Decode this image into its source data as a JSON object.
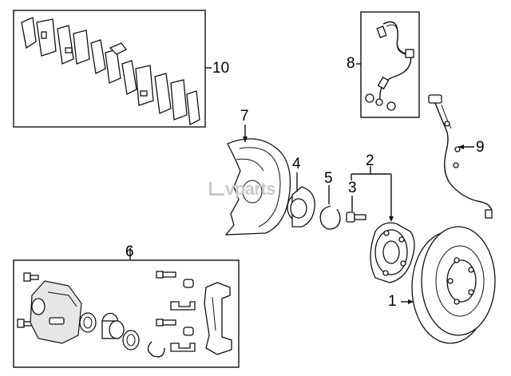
{
  "watermark": {
    "brand": "vparts"
  },
  "callouts": {
    "c1": "1",
    "c2": "2",
    "c3": "3",
    "c4": "4",
    "c5": "5",
    "c6": "6",
    "c7": "7",
    "c8": "8",
    "c9": "9",
    "c10": "10"
  },
  "parts": [
    {
      "number": "1",
      "part": "brake-rotor"
    },
    {
      "number": "2",
      "part": "hub-assembly"
    },
    {
      "number": "3",
      "part": "hub-bolt"
    },
    {
      "number": "4",
      "part": "wheel-bearing"
    },
    {
      "number": "5",
      "part": "snap-ring"
    },
    {
      "number": "6",
      "part": "caliper-assembly-kit"
    },
    {
      "number": "7",
      "part": "splash-shield"
    },
    {
      "number": "8",
      "part": "brake-hose-kit"
    },
    {
      "number": "9",
      "part": "abs-wheel-speed-sensor"
    },
    {
      "number": "10",
      "part": "brake-pad-kit"
    }
  ],
  "colors": {
    "line": "#111111",
    "watermark": "#c9c9c9",
    "background": "#ffffff"
  }
}
